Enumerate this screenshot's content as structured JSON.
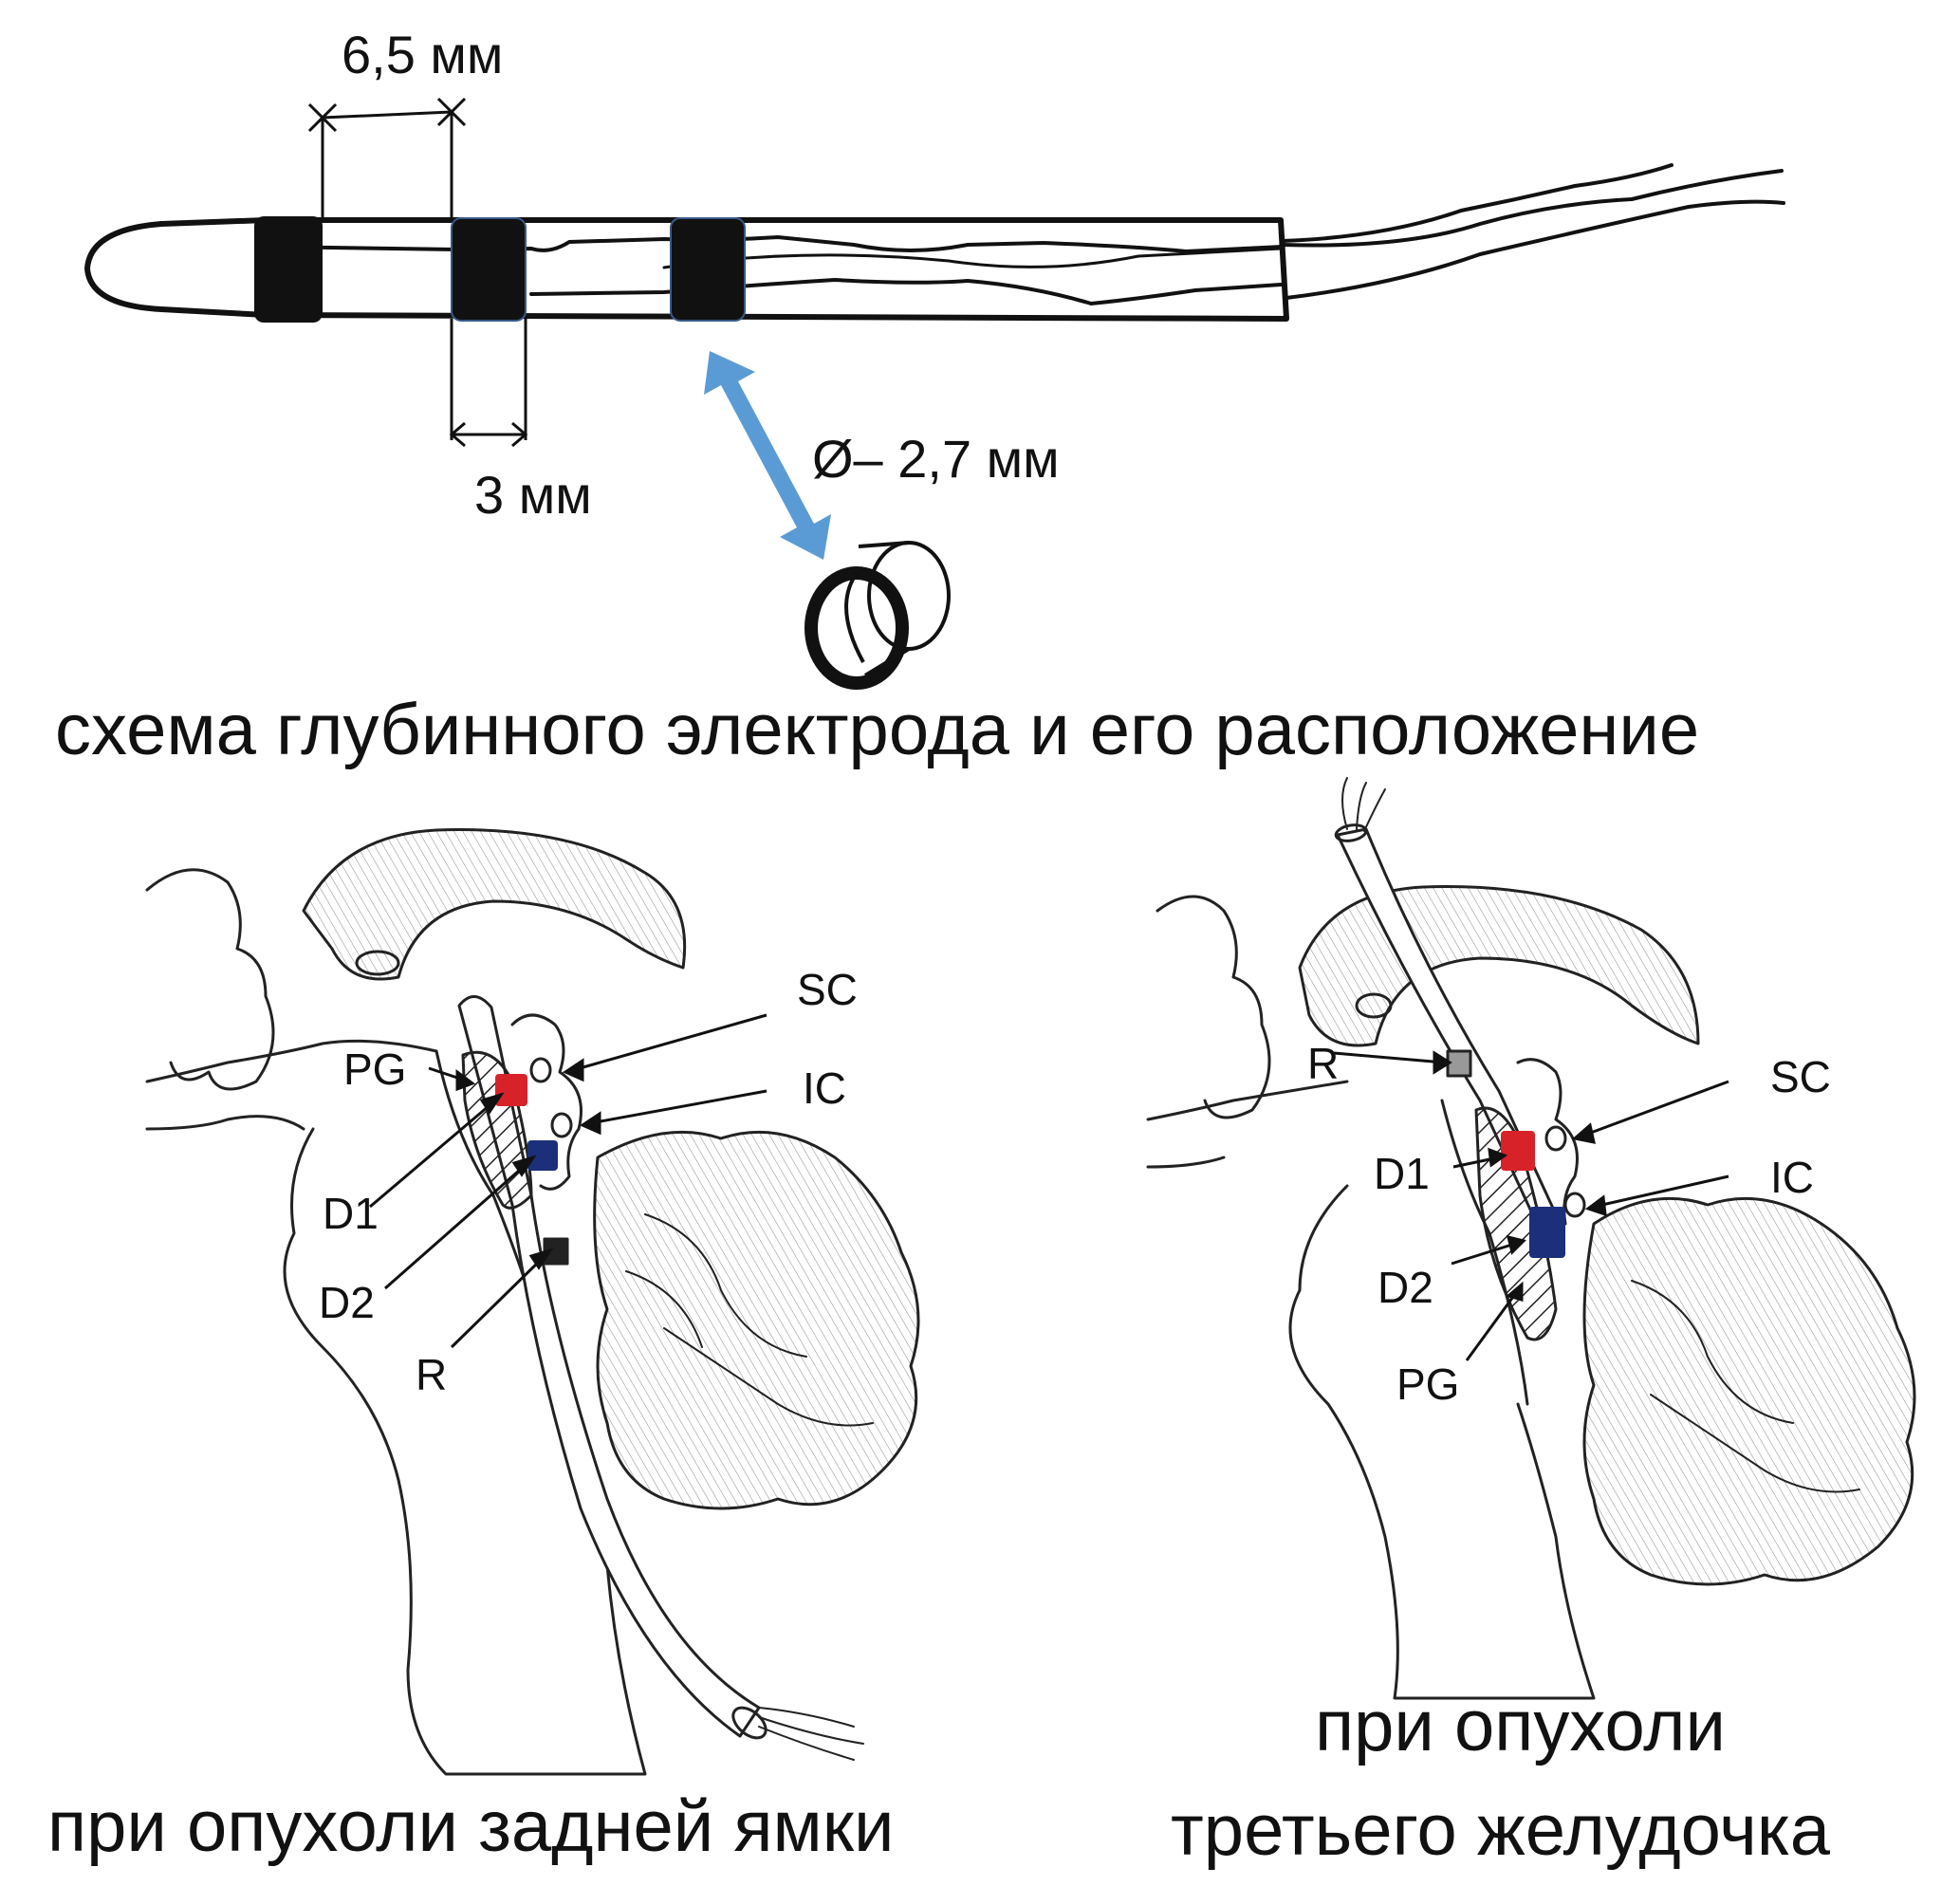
{
  "top_diagram": {
    "dim_spacing": "6,5 мм",
    "dim_width": "3 мм",
    "dim_diameter": "Ø– 2,7 мм",
    "caption": "схема глубинного электрода и его расположение"
  },
  "left_panel": {
    "labels": {
      "pg": "PG",
      "sc": "SC",
      "ic": "IC",
      "d1": "D1",
      "d2": "D2",
      "r": "R"
    },
    "caption": "при опухоли задней ямки"
  },
  "right_panel": {
    "labels": {
      "r": "R",
      "sc": "SC",
      "d1": "D1",
      "ic": "IC",
      "d2": "D2",
      "pg": "PG"
    },
    "caption_line1": "при опухоли",
    "caption_line2": "третьего желудочка"
  },
  "colors": {
    "contact_red": "#d8222a",
    "contact_blue": "#1c2f7a",
    "arrow_blue": "#5b9bd5",
    "ink": "#111111"
  }
}
